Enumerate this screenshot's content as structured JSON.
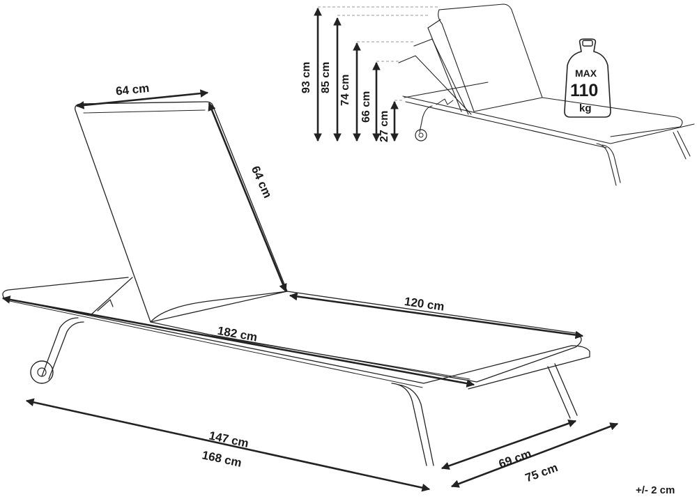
{
  "main_view": {
    "backrest_width": "64 cm",
    "backrest_length": "64 cm",
    "seat_length": "120 cm",
    "mattress_length": "182 cm",
    "frame_length_inner": "147 cm",
    "frame_length_outer": "168 cm",
    "width_inner": "69 cm",
    "width_outer": "75 cm"
  },
  "height_view": {
    "heights": [
      "93 cm",
      "85 cm",
      "74 cm",
      "66 cm",
      "27 cm"
    ]
  },
  "max_load": {
    "label_top": "MAX",
    "value": "110",
    "unit": "kg"
  },
  "tolerance": "+/- 2 cm"
}
